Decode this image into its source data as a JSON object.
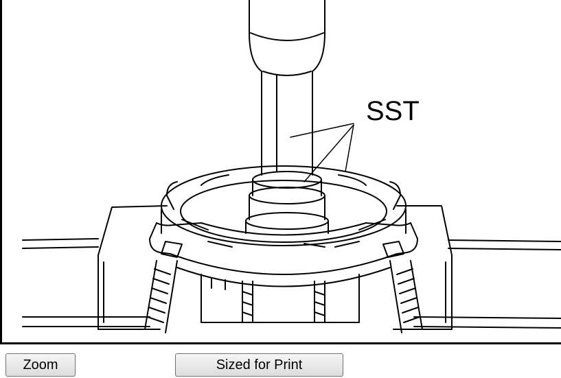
{
  "figure": {
    "callout_label": "SST"
  },
  "toolbar": {
    "zoom_label": "Zoom",
    "print_label": "Sized for Print"
  }
}
